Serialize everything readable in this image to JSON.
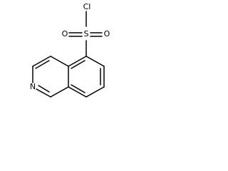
{
  "molecule": {
    "atom_labels": {
      "chlorine": "Cl",
      "sulfur": "S",
      "oxygen_left": "O",
      "oxygen_right": "O",
      "nitrogen": "N"
    }
  }
}
